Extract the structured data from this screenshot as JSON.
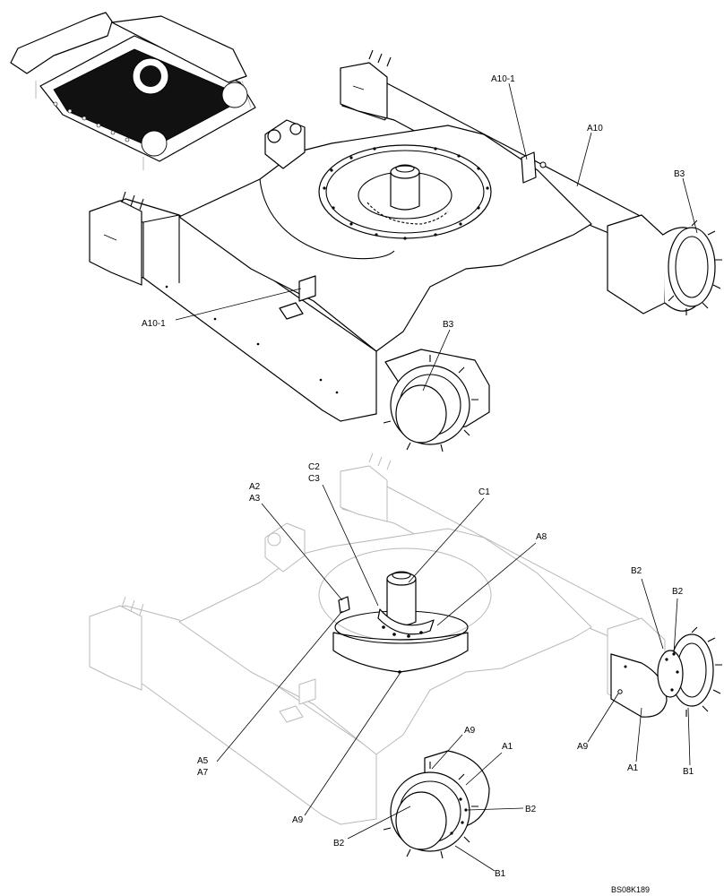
{
  "figure_code": "BS08K189",
  "top_view_labels": {
    "a10_1_upper": "A10-1",
    "a10": "A10",
    "b3_right": "B3",
    "a10_1_lower": "A10-1",
    "b3_bottom": "B3"
  },
  "bottom_view_labels": {
    "a2": "A2",
    "a3": "A3",
    "c2": "C2",
    "c3": "C3",
    "c1": "C1",
    "a8": "A8",
    "b2_right_a": "B2",
    "b2_right_b": "B2",
    "a5": "A5",
    "a7": "A7",
    "a9_center": "A9",
    "a9_right": "A9",
    "a1_right": "A1",
    "b1_right": "B1",
    "a9_bottom": "A9",
    "a1_bottom": "A1",
    "b2_bottom_right": "B2",
    "b2_bottom_left": "B2",
    "b1_bottom": "B1"
  }
}
